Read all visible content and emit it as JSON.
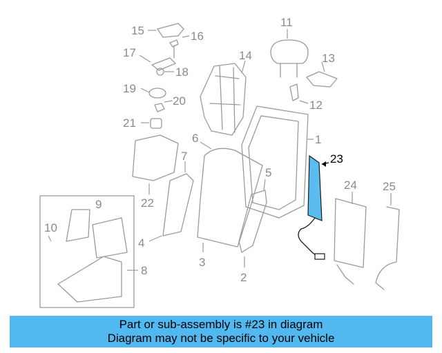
{
  "diagram": {
    "highlight_color": "#5bbcf0",
    "parts": [
      {
        "id": "1",
        "label": "1"
      },
      {
        "id": "2",
        "label": "2"
      },
      {
        "id": "3",
        "label": "3"
      },
      {
        "id": "4",
        "label": "4"
      },
      {
        "id": "5",
        "label": "5"
      },
      {
        "id": "6",
        "label": "6"
      },
      {
        "id": "7",
        "label": "7"
      },
      {
        "id": "8",
        "label": "8"
      },
      {
        "id": "9",
        "label": "9"
      },
      {
        "id": "10",
        "label": "10"
      },
      {
        "id": "11",
        "label": "11"
      },
      {
        "id": "12",
        "label": "12"
      },
      {
        "id": "13",
        "label": "13"
      },
      {
        "id": "14",
        "label": "14"
      },
      {
        "id": "15",
        "label": "15"
      },
      {
        "id": "16",
        "label": "16"
      },
      {
        "id": "17",
        "label": "17"
      },
      {
        "id": "18",
        "label": "18"
      },
      {
        "id": "19",
        "label": "19"
      },
      {
        "id": "20",
        "label": "20"
      },
      {
        "id": "21",
        "label": "21"
      },
      {
        "id": "22",
        "label": "22"
      },
      {
        "id": "23",
        "label": "23"
      },
      {
        "id": "24",
        "label": "24"
      },
      {
        "id": "25",
        "label": "25"
      }
    ],
    "highlighted_part": "23"
  },
  "banner": {
    "line1": "Part or sub-assembly is #23 in diagram",
    "line2": "Diagram may not be specific to your vehicle",
    "color": "#52b8f0"
  }
}
